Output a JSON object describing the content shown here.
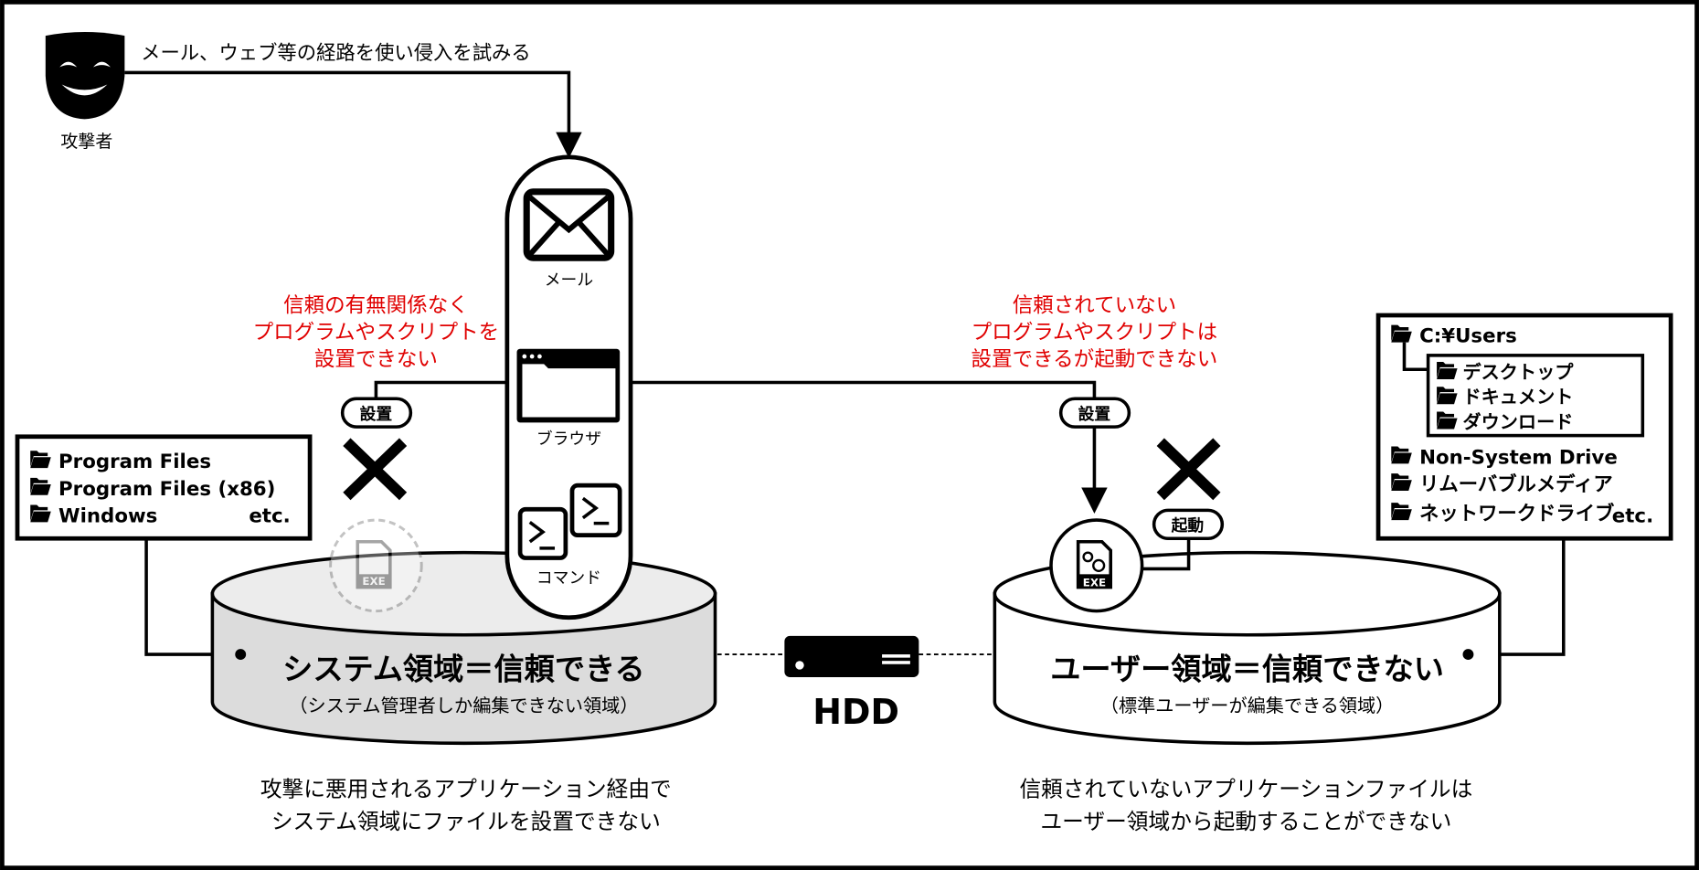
{
  "attacker": {
    "label": "攻撃者",
    "route_text": "メール、ウェブ等の経路を使い侵入を試みる"
  },
  "apps": {
    "mail": "メール",
    "browser": "ブラウザ",
    "command": "コマンド"
  },
  "left_note": [
    "信頼の有無関係なく",
    "プログラムやスクリプトを",
    "設置できない"
  ],
  "right_note": [
    "信頼されていない",
    "プログラムやスクリプトは",
    "設置できるが起動できない"
  ],
  "badges": {
    "install_left": "設置",
    "install_right": "設置",
    "launch": "起動"
  },
  "system_folders": {
    "items": [
      "Program Files",
      "Program Files (x86)",
      "Windows"
    ],
    "etc": "etc."
  },
  "user_folders": {
    "root": "C:¥Users",
    "sub": [
      "デスクトップ",
      "ドキュメント",
      "ダウンロード"
    ],
    "items": [
      "Non-System Drive",
      "リムーバブルメディア",
      "ネットワークドライブ"
    ],
    "etc": "etc."
  },
  "system_area": {
    "title": "システム領域＝信頼できる",
    "subtitle": "（システム管理者しか編集できない領域）"
  },
  "user_area": {
    "title": "ユーザー領域＝信頼できない",
    "subtitle": "（標準ユーザーが編集できる領域）"
  },
  "hdd": {
    "label": "HDD"
  },
  "exe_label": "EXE",
  "bottom_left": [
    "攻撃に悪用されるアプリケーション経由で",
    "システム領域にファイルを設置できない"
  ],
  "bottom_right": [
    "信頼されていないアプリケーションファイルは",
    "ユーザー領域から起動することができない"
  ],
  "colors": {
    "warning": "#e00000",
    "system_fill": "#dcdcdc"
  }
}
